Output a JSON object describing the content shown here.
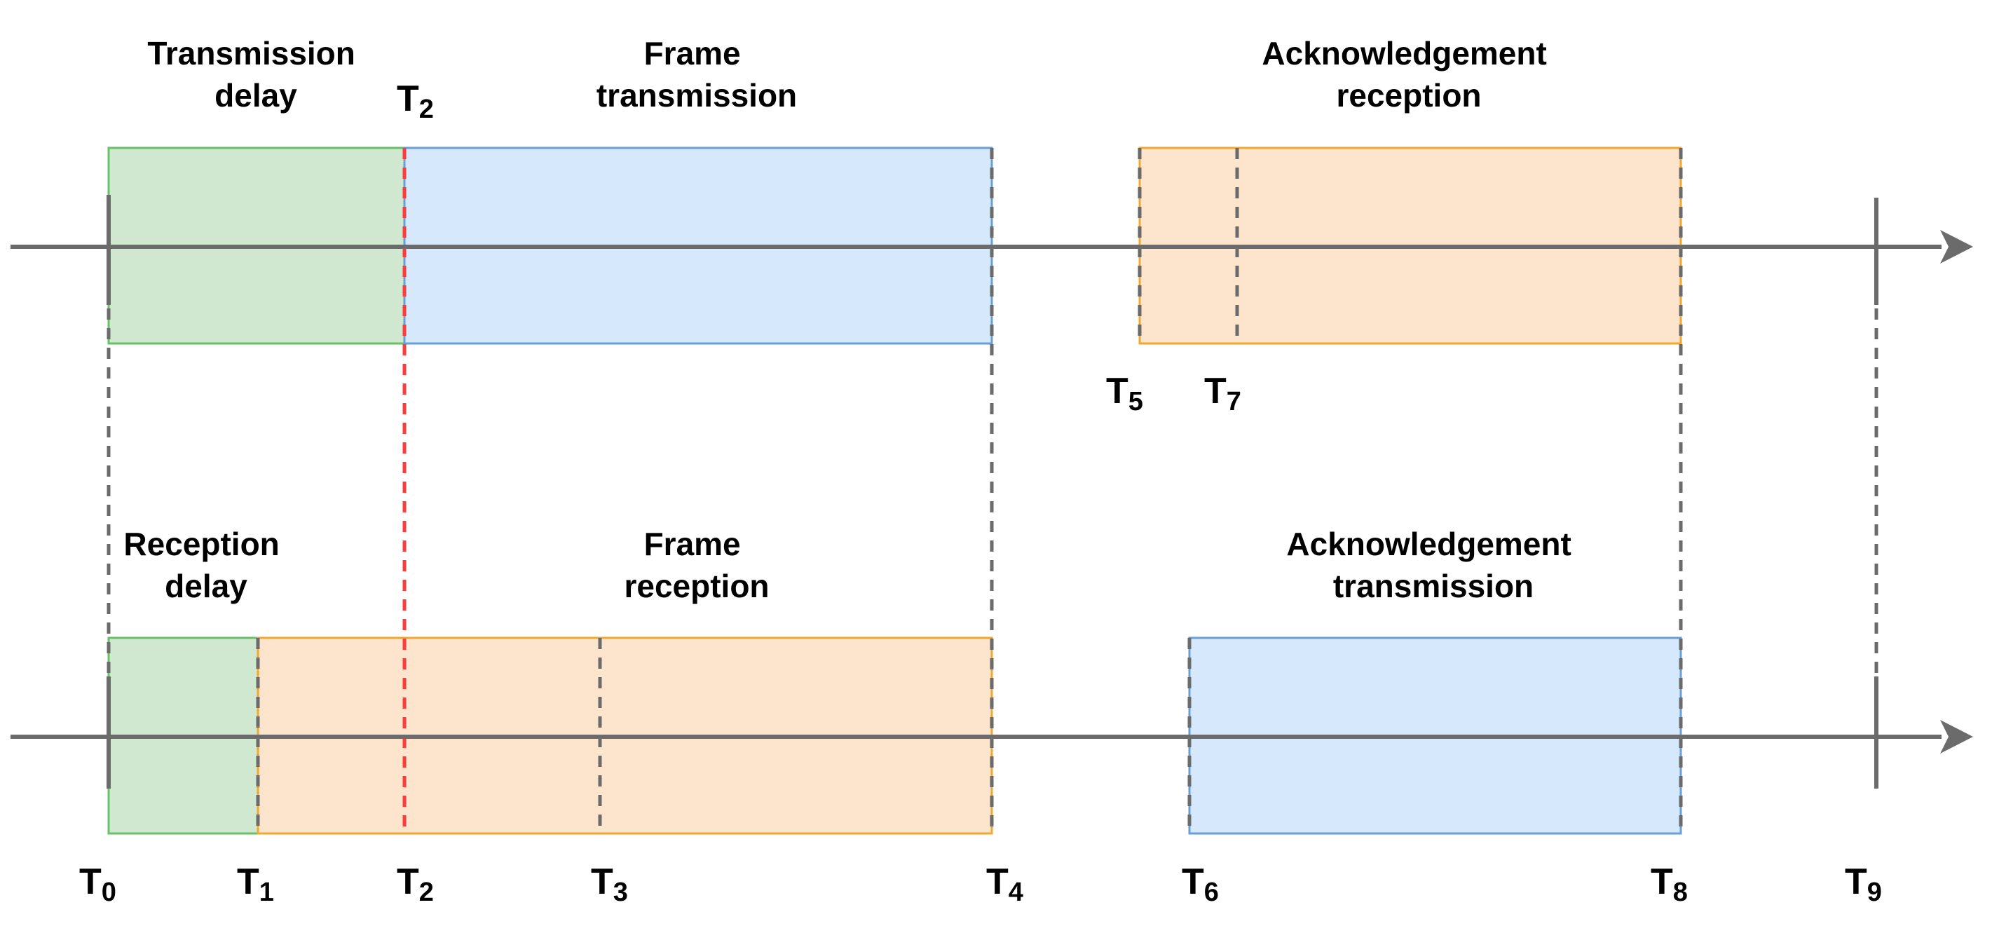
{
  "colors": {
    "green_fill": "#d0e8d0",
    "green_stroke": "#6abf69",
    "blue_fill": "#d6e8fb",
    "blue_stroke": "#6a9fd6",
    "orange_fill": "#fde4cc",
    "orange_stroke": "#f0a830",
    "axis": "#6b6b6b",
    "dashed_gray": "#6b6b6b",
    "dashed_red": "#ff3b3b"
  },
  "top_labels": {
    "transmission_delay": [
      "Transmission",
      "delay"
    ],
    "frame_transmission": [
      "Frame",
      "transmission"
    ],
    "ack_reception": [
      "Acknowledgement",
      "reception"
    ]
  },
  "bottom_labels": {
    "reception_delay": [
      "Reception",
      "delay"
    ],
    "frame_reception": [
      "Frame",
      "reception"
    ],
    "ack_transmission": [
      "Acknowledgement",
      "transmission"
    ]
  },
  "time_marks": {
    "t0": {
      "name": "T",
      "sub": "0"
    },
    "t1": {
      "name": "T",
      "sub": "1"
    },
    "t2_top": {
      "name": "T",
      "sub": "2"
    },
    "t2": {
      "name": "T",
      "sub": "2"
    },
    "t3": {
      "name": "T",
      "sub": "3"
    },
    "t4": {
      "name": "T",
      "sub": "4"
    },
    "t5": {
      "name": "T",
      "sub": "5"
    },
    "t6": {
      "name": "T",
      "sub": "6"
    },
    "t7": {
      "name": "T",
      "sub": "7"
    },
    "t8": {
      "name": "T",
      "sub": "8"
    },
    "t9": {
      "name": "T",
      "sub": "9"
    }
  }
}
